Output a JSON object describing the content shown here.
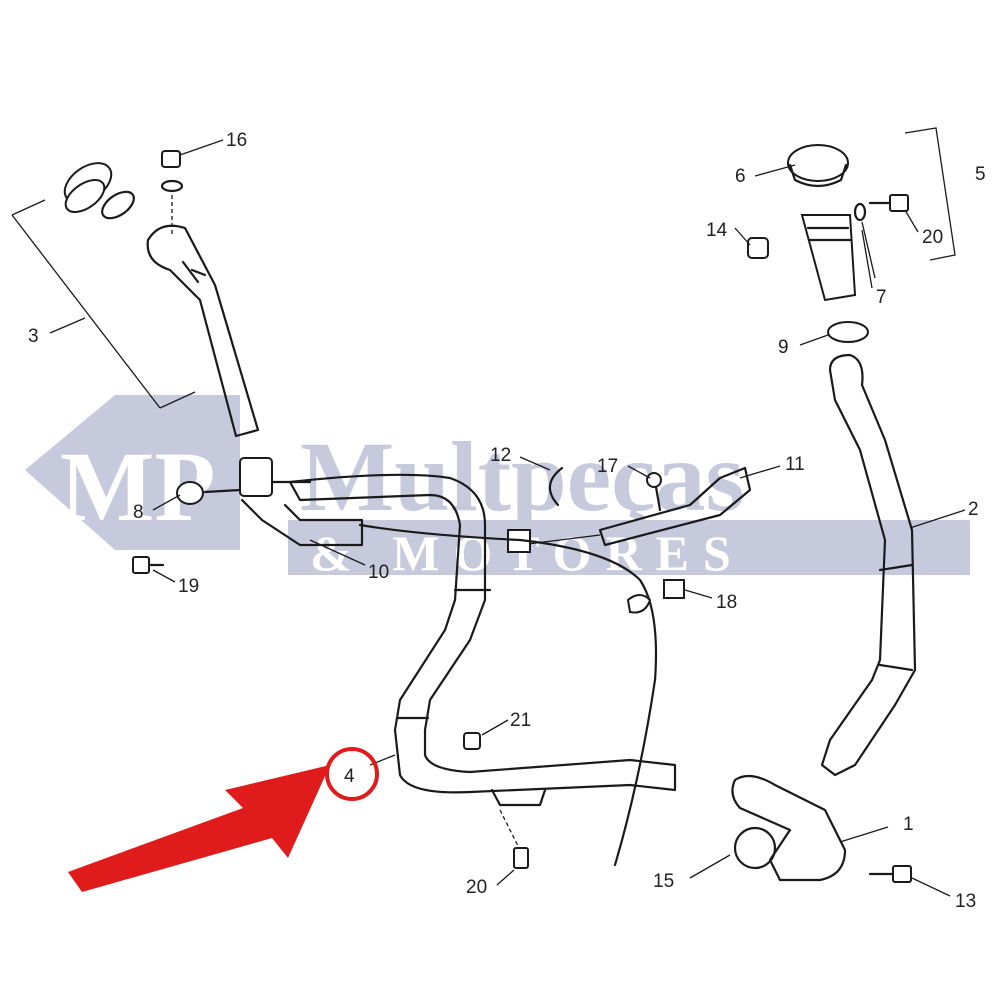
{
  "watermark": {
    "logo_text": "MP",
    "line1": "Multpeças",
    "line2": "& MOTORES"
  },
  "callouts": [
    {
      "id": "c1",
      "text": "1"
    },
    {
      "id": "c2",
      "text": "2"
    },
    {
      "id": "c3",
      "text": "3"
    },
    {
      "id": "c4",
      "text": "4"
    },
    {
      "id": "c5",
      "text": "5"
    },
    {
      "id": "c6",
      "text": "6"
    },
    {
      "id": "c7",
      "text": "7"
    },
    {
      "id": "c8",
      "text": "8"
    },
    {
      "id": "c9",
      "text": "9"
    },
    {
      "id": "c10",
      "text": "10"
    },
    {
      "id": "c11",
      "text": "11"
    },
    {
      "id": "c12",
      "text": "12"
    },
    {
      "id": "c13",
      "text": "13"
    },
    {
      "id": "c14",
      "text": "14"
    },
    {
      "id": "c15",
      "text": "15"
    },
    {
      "id": "c16",
      "text": "16"
    },
    {
      "id": "c17",
      "text": "17"
    },
    {
      "id": "c18",
      "text": "18"
    },
    {
      "id": "c19",
      "text": "19"
    },
    {
      "id": "c20a",
      "text": "20"
    },
    {
      "id": "c20b",
      "text": "20"
    },
    {
      "id": "c21",
      "text": "21"
    }
  ],
  "highlight": {
    "target": "4",
    "circle_color": "#e01b1b",
    "arrow_color": "#e01b1b"
  }
}
